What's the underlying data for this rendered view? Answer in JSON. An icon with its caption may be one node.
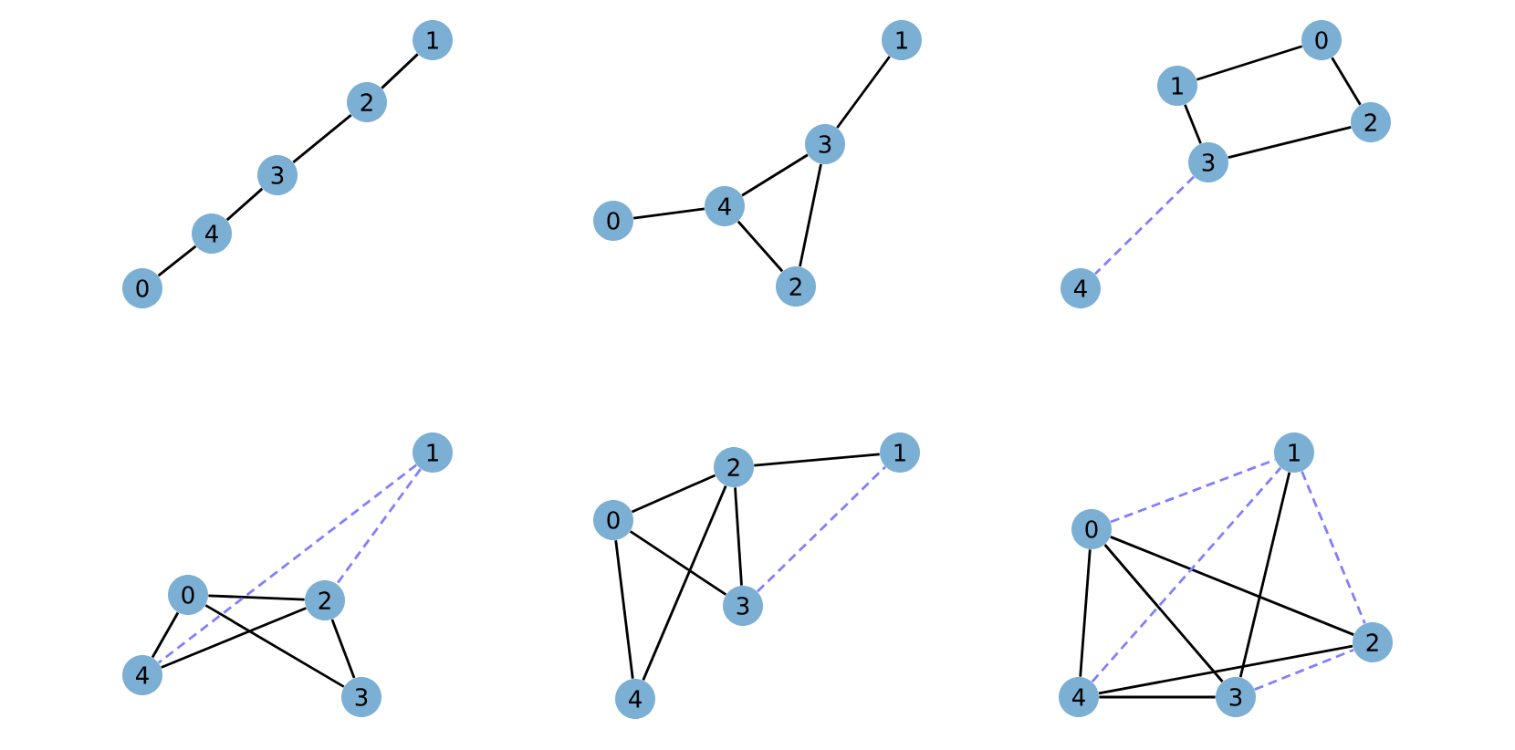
{
  "diagram": {
    "nodes": [
      {
        "text": [
          "1"
        ]
      },
      {
        "text": [
          "2"
        ]
      },
      {
        "text": [
          "3"
        ]
      },
      {
        "text": [
          "4"
        ]
      },
      {
        "text": [
          "0"
        ]
      },
      {
        "text": [
          "1"
        ]
      },
      {
        "text": [
          "3"
        ]
      },
      {
        "text": [
          "4"
        ]
      },
      {
        "text": [
          "0"
        ]
      },
      {
        "text": [
          "2"
        ]
      },
      {
        "text": [
          "0"
        ]
      },
      {
        "text": [
          "1"
        ]
      },
      {
        "text": [
          "2"
        ]
      },
      {
        "text": [
          "3"
        ]
      },
      {
        "text": [
          "4"
        ]
      },
      {
        "text": [
          "1"
        ]
      },
      {
        "text": [
          "0"
        ]
      },
      {
        "text": [
          "2"
        ]
      },
      {
        "text": [
          "4"
        ]
      },
      {
        "text": [
          "3"
        ]
      },
      {
        "text": [
          "1"
        ]
      },
      {
        "text": [
          "2"
        ]
      },
      {
        "text": [
          "0"
        ]
      },
      {
        "text": [
          "3"
        ]
      },
      {
        "text": [
          "4"
        ]
      },
      {
        "text": [
          "1"
        ]
      },
      {
        "text": [
          "0"
        ]
      },
      {
        "text": [
          "2"
        ]
      },
      {
        "text": [
          "3"
        ]
      },
      {
        "text": [
          "4"
        ]
      }
    ],
    "edges": [
      {
        "from": 0,
        "to": 1,
        "arrow": "none"
      },
      {
        "from": 1,
        "to": 2,
        "arrow": "none"
      },
      {
        "from": 2,
        "to": 3,
        "arrow": "none"
      },
      {
        "from": 3,
        "to": 4,
        "arrow": "none"
      },
      {
        "from": 5,
        "to": 6,
        "arrow": "none"
      },
      {
        "from": 6,
        "to": 7,
        "arrow": "none"
      },
      {
        "from": 7,
        "to": 8,
        "arrow": "none"
      },
      {
        "from": 6,
        "to": 9,
        "arrow": "none"
      },
      {
        "from": 7,
        "to": 9,
        "arrow": "none"
      },
      {
        "from": 10,
        "to": 11,
        "arrow": "none"
      },
      {
        "from": 10,
        "to": 12,
        "arrow": "none"
      },
      {
        "from": 11,
        "to": 13,
        "arrow": "none"
      },
      {
        "from": 13,
        "to": 12,
        "arrow": "none"
      },
      {
        "from": 13,
        "to": 14,
        "arrow": "none",
        "style": "dashed",
        "color": "#8080ff"
      },
      {
        "from": 16,
        "to": 17,
        "arrow": "none"
      },
      {
        "from": 16,
        "to": 18,
        "arrow": "none"
      },
      {
        "from": 18,
        "to": 17,
        "arrow": "none"
      },
      {
        "from": 17,
        "to": 19,
        "arrow": "none"
      },
      {
        "from": 16,
        "to": 19,
        "arrow": "none"
      },
      {
        "from": 15,
        "to": 18,
        "arrow": "none",
        "style": "dashed",
        "color": "#8080ff"
      },
      {
        "from": 15,
        "to": 17,
        "arrow": "none",
        "style": "dashed",
        "color": "#8080ff"
      },
      {
        "from": 21,
        "to": 20,
        "arrow": "none"
      },
      {
        "from": 22,
        "to": 21,
        "arrow": "none"
      },
      {
        "from": 22,
        "to": 23,
        "arrow": "none"
      },
      {
        "from": 22,
        "to": 24,
        "arrow": "none"
      },
      {
        "from": 21,
        "to": 23,
        "arrow": "none"
      },
      {
        "from": 21,
        "to": 24,
        "arrow": "none"
      },
      {
        "from": 23,
        "to": 20,
        "arrow": "none",
        "style": "dashed",
        "color": "#8080ff"
      },
      {
        "from": 26,
        "to": 29,
        "arrow": "none"
      },
      {
        "from": 26,
        "to": 28,
        "arrow": "none"
      },
      {
        "from": 26,
        "to": 27,
        "arrow": "none"
      },
      {
        "from": 25,
        "to": 28,
        "arrow": "none"
      },
      {
        "from": 29,
        "to": 28,
        "arrow": "none"
      },
      {
        "from": 29,
        "to": 27,
        "arrow": "none"
      },
      {
        "from": 26,
        "to": 25,
        "arrow": "none",
        "style": "dashed",
        "color": "#8080ff"
      },
      {
        "from": 29,
        "to": 25,
        "arrow": "none",
        "style": "dashed",
        "color": "#8080ff"
      },
      {
        "from": 25,
        "to": 27,
        "arrow": "none",
        "style": "dashed",
        "color": "#8080ff"
      },
      {
        "from": 28,
        "to": 27,
        "arrow": "none",
        "style": "dashed",
        "color": "#8080ff"
      }
    ]
  }
}
